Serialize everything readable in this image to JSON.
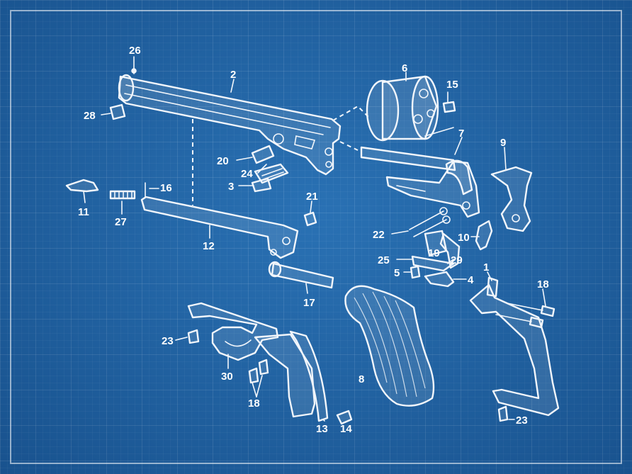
{
  "colors": {
    "background": "#2063a4",
    "ink": "#f2f6fb",
    "grid": "#ffffff"
  },
  "labels": {
    "p1": "1",
    "p2": "2",
    "p3": "3",
    "p4": "4",
    "p5": "5",
    "p6": "6",
    "p7": "7",
    "p8": "8",
    "p9": "9",
    "p10": "10",
    "p11": "11",
    "p12": "12",
    "p13": "13",
    "p14": "14",
    "p15": "15",
    "p16": "16",
    "p17": "17",
    "p18a": "18",
    "p18b": "18",
    "p19": "19",
    "p20": "20",
    "p21": "21",
    "p22": "22",
    "p23a": "23",
    "p23b": "23",
    "p24": "24",
    "p25": "25",
    "p26": "26",
    "p27": "27",
    "p28": "28",
    "p29": "29",
    "p30": "30"
  }
}
